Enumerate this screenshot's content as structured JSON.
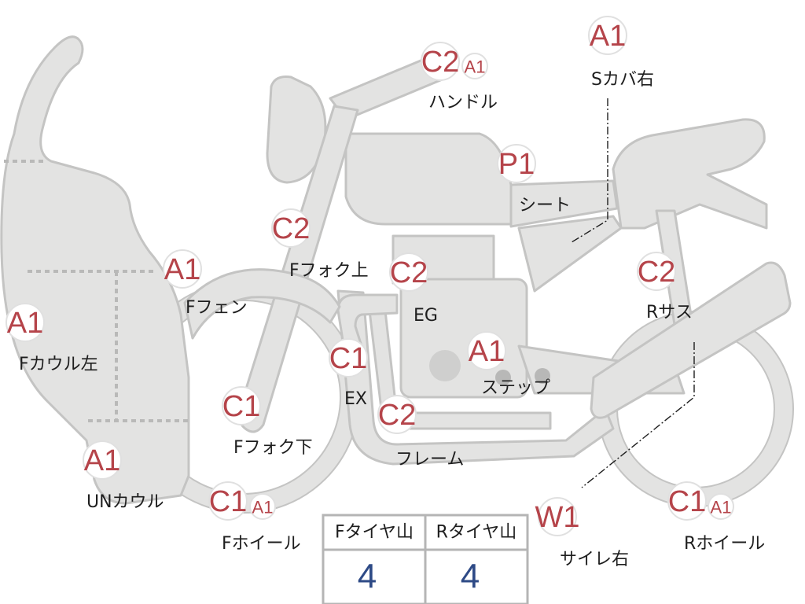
{
  "colors": {
    "part_fill": "#e3e3e2",
    "part_stroke": "#c4c4c3",
    "grade_text": "#b5444a",
    "tire_value": "#2e4a86",
    "label_text": "#1e1e1e"
  },
  "parts": [
    {
      "id": "s-cover-right",
      "label": "Sカバ右",
      "grades": [
        "A1"
      ]
    },
    {
      "id": "handle",
      "label": "ハンドル",
      "grades": [
        "C2",
        "A1"
      ]
    },
    {
      "id": "seat",
      "label": "シート",
      "grades": [
        "P1"
      ]
    },
    {
      "id": "f-fork-upper",
      "label": "Fフォク上",
      "grades": [
        "C2"
      ]
    },
    {
      "id": "f-fender",
      "label": "Fフェン",
      "grades": [
        "A1"
      ]
    },
    {
      "id": "engine",
      "label": "EG",
      "grades": [
        "C2"
      ]
    },
    {
      "id": "r-suspension",
      "label": "Rサス",
      "grades": [
        "C2"
      ]
    },
    {
      "id": "f-cowl-left",
      "label": "Fカウル左",
      "grades": [
        "A1"
      ]
    },
    {
      "id": "exhaust",
      "label": "EX",
      "grades": [
        "C1"
      ]
    },
    {
      "id": "step",
      "label": "ステップ",
      "grades": [
        "A1"
      ]
    },
    {
      "id": "f-fork-lower",
      "label": "Fフォク下",
      "grades": [
        "C1"
      ]
    },
    {
      "id": "frame",
      "label": "フレーム",
      "grades": [
        "C2"
      ]
    },
    {
      "id": "under-cowl",
      "label": "UNカウル",
      "grades": [
        "A1"
      ]
    },
    {
      "id": "f-wheel",
      "label": "Fホイール",
      "grades": [
        "C1",
        "A1"
      ]
    },
    {
      "id": "silencer-right",
      "label": "サイレ右",
      "grades": [
        "W1"
      ]
    },
    {
      "id": "r-wheel",
      "label": "Rホイール",
      "grades": [
        "C1",
        "A1"
      ]
    }
  ],
  "tire_table": {
    "headers": [
      "Fタイヤ山",
      "Rタイヤ山"
    ],
    "values": [
      "4",
      "4"
    ]
  }
}
